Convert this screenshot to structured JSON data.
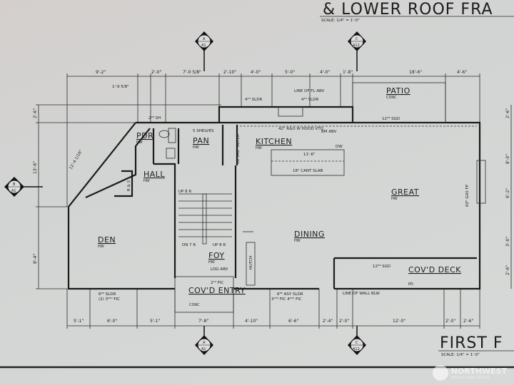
{
  "sheet": {
    "upper_title": "& LOWER ROOF FRA",
    "upper_scale": "SCALE: 1/4\" = 1'-0\"",
    "lower_title": "FIRST F",
    "lower_scale": "SCALE: 1/4\" = 1'-0\""
  },
  "section_markers": [
    {
      "letter": "A",
      "sheet": "A1"
    },
    {
      "letter": "C",
      "sheet": "A12"
    },
    {
      "letter": "A",
      "sheet": "A1"
    },
    {
      "letter": "C",
      "sheet": "A12"
    },
    {
      "letter": "B",
      "sheet": "A1"
    }
  ],
  "top_dimensions": [
    "9'-2\"",
    "2'-0\"",
    "7'-0 5/8\"",
    "2'-10\"",
    "4'-0\"",
    "5'-0\"",
    "4'-0\"",
    "1'-8\"",
    "18'-6\"",
    "4'-6\""
  ],
  "bottom_dimensions": [
    "5'-1\"",
    "6'-0\"",
    "5'-1\"",
    "7'-8\"",
    "4'-10\"",
    "6'-6\"",
    "2'-4\"",
    "2'-0\"",
    "12'-0\"",
    "2'-0\"",
    "2'-6\""
  ],
  "left_dimensions": [
    "2'-6\"",
    "13'-6\"",
    "8'-4\""
  ],
  "right_dimensions": [
    "2'-6\"",
    "8'-0\"",
    "6'-2\"",
    "3'-0\"",
    "2'-6\""
  ],
  "rooms": {
    "patio": {
      "name": "PATIO",
      "sub": "CONC"
    },
    "pdr": {
      "name": "PDR",
      "sub": "HW"
    },
    "pan": {
      "name": "PAN",
      "sub": "HW"
    },
    "kitchen": {
      "name": "KITCHEN",
      "sub": "HW"
    },
    "hall": {
      "name": "HALL",
      "sub": "HW"
    },
    "great": {
      "name": "GREAT",
      "sub": "HW"
    },
    "den": {
      "name": "DEN",
      "sub": "HW"
    },
    "dining": {
      "name": "DINING",
      "sub": "HW"
    },
    "foy": {
      "name": "FOY",
      "sub": "HW"
    },
    "covd_deck": {
      "name": "COV'D DECK",
      "sub": "PD"
    },
    "covd_entry": {
      "name": "COV'D ENTRY",
      "sub": "CONC"
    }
  },
  "notes": {
    "line_fl_abv": "LINE OF FL ABV",
    "sldr_1": "4¹⁰ SLDR",
    "sldr_2": "4¹⁰ SLDR",
    "dim_149": "1'-9 5/8\"",
    "sh": "2⁹⁰ SH",
    "shelves": "5 SHELVES",
    "refer": "36\"x48\" REFER",
    "hood": "42\" R&O W HOOD VTO",
    "bm_abv": "BM ABV",
    "cant_slab": "18\" CANT SLAB",
    "island": "11'-6\"",
    "dw": "DW",
    "sgd_top": "12⁰⁸ SGD",
    "gas_fp": "60\" GAS FP",
    "diag_dim": "12'-4 1/16\"",
    "up8r_a": "UP 8 R",
    "dn7r": "DN 7 R",
    "up8r_b": "UP 8 R",
    "ldg_abv": "LDG ABV",
    "hutch": "HUTCH",
    "rs": "R & S",
    "fic": "2¹⁰ FIC",
    "sgd_deck": "12⁰⁸ SGD",
    "wall_blw": "LINE OF WALL BLW",
    "den_sldr": "6⁸⁰ SLDR",
    "den_fic": "(2) 3⁰²⁰ FIC",
    "dining_sldr": "6⁸⁰ ASY SLDR",
    "dining_fic": "3⁰²⁰ FIC  4⁰²⁰ FIC"
  },
  "watermark": {
    "name": "NORTHWEST",
    "sub": "MULTIPLE LISTING SERVICE"
  }
}
